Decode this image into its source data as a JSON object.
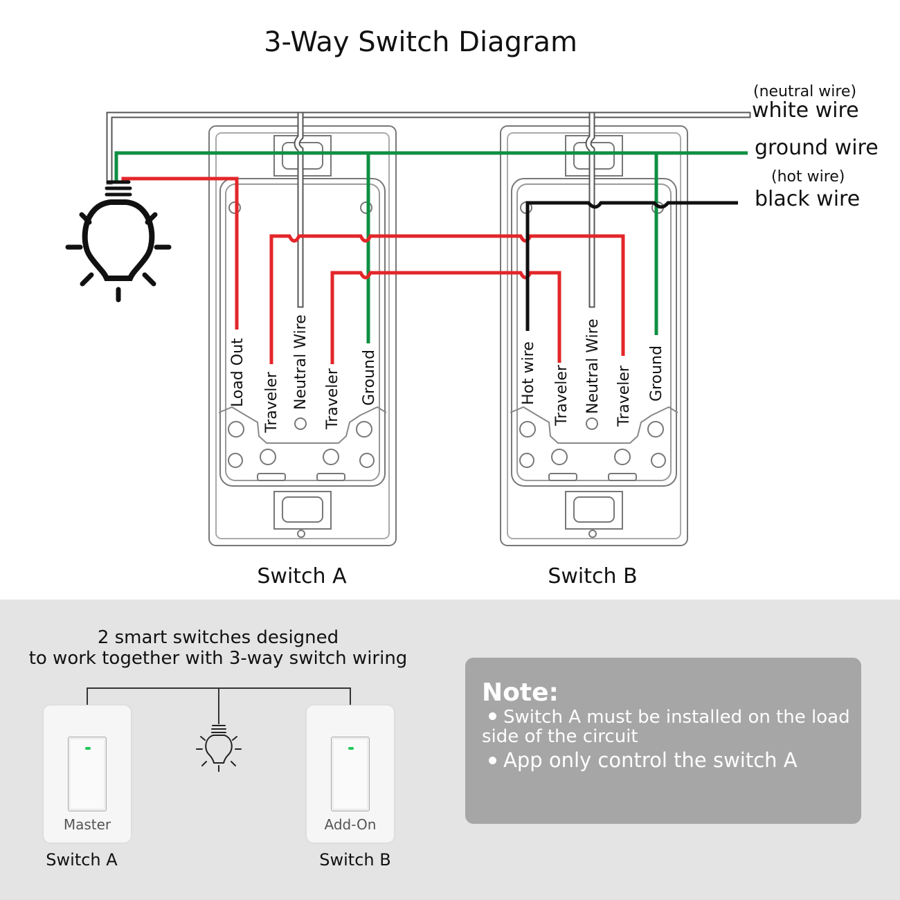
{
  "title": "3-Way Switch Diagram",
  "wire_labels": {
    "neutral_note": "(neutral wire)",
    "white": "white wire",
    "ground": "ground wire",
    "hot_note": "(hot wire)",
    "black": "black wire"
  },
  "switch_a": {
    "caption": "Switch A",
    "terminals": [
      "Load Out",
      "Traveler",
      "Neutral Wire",
      "Traveler",
      "Ground"
    ]
  },
  "switch_b": {
    "caption": "Switch B",
    "terminals": [
      "Hot wire",
      "Traveler",
      "Neutral Wire",
      "Traveler",
      "Ground"
    ]
  },
  "colors": {
    "white_wire": "#ffffff",
    "ground_wire": "#0e8f43",
    "traveler_wire": "#e3262a",
    "hot_wire": "#111111",
    "switch_outline": "#777777",
    "panel_bg": "#e4e4e4",
    "note_bg": "#a6a6a6",
    "led": "#1fc95a"
  },
  "icons": [
    "light-bulb-icon",
    "small-bulb-icon"
  ],
  "bottom": {
    "description_line1": "2 smart switches designed",
    "description_line2": "to work together with 3-way switch wiring",
    "master_label": "Master",
    "addon_label": "Add-On",
    "switch_a_caption": "Switch A",
    "switch_b_caption": "Switch B"
  },
  "note": {
    "title": "Note:",
    "items": [
      "Switch A must be installed on the load side of the circuit",
      "App only control the switch A"
    ]
  }
}
